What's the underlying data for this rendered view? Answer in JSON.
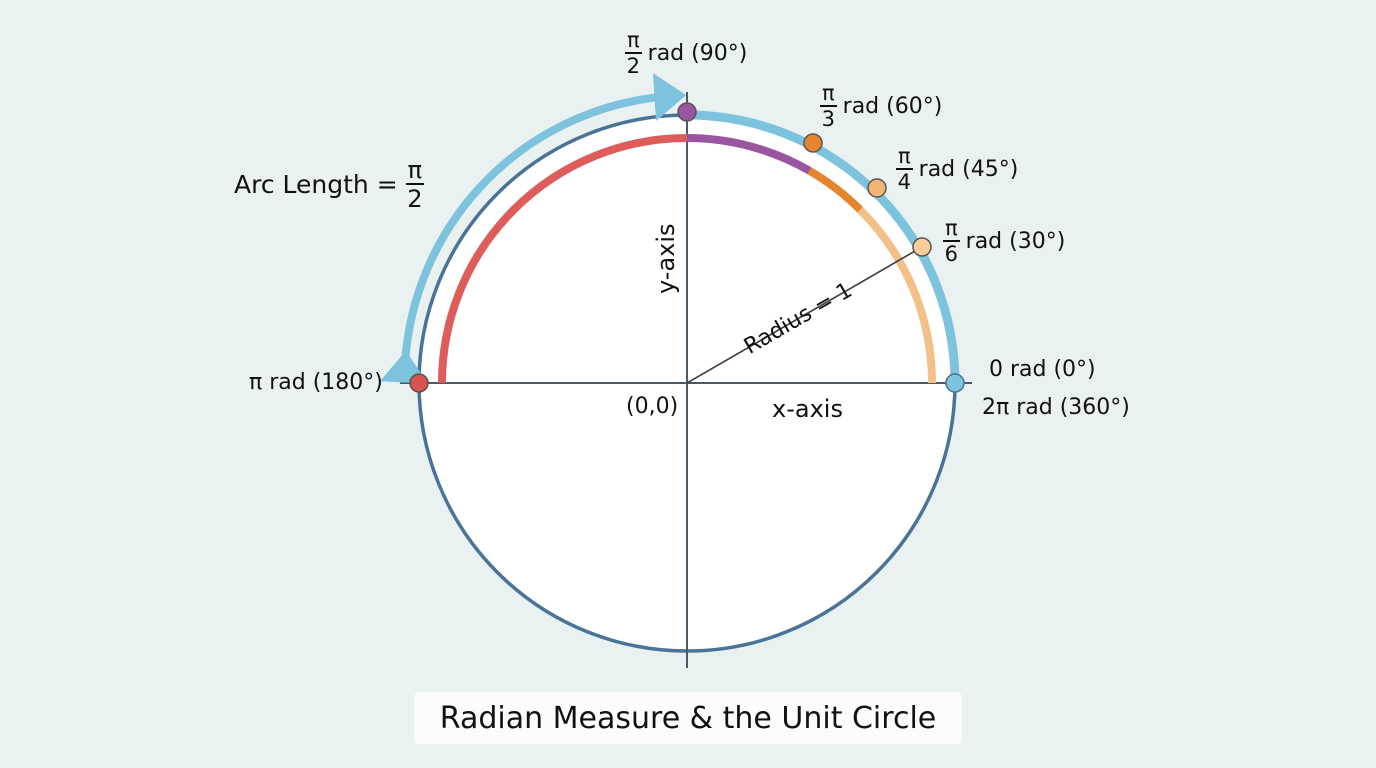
{
  "title": "Radian Measure & the Unit Circle",
  "colors": {
    "background": "#e9f1f1",
    "circle_fill": "#ffffff",
    "circle_stroke": "#4a7398",
    "axis": "#4d5a66",
    "outer_arc_blue": "#7ec3dd",
    "arrow_blue": "#7ec3dd",
    "arc_red": "#de5d5a",
    "arc_purple": "#9a55a0",
    "arc_orange": "#e5862f",
    "arc_light_orange": "#f4c08a",
    "point_purple": "#9a55a0",
    "point_orange": "#e5862f",
    "point_light_orange": "#f2b673",
    "point_pale_orange": "#f7ce9c",
    "point_red": "#d9534f",
    "point_blue": "#7ec3dd"
  },
  "axes": {
    "x_label": "x-axis",
    "y_label": "y-axis",
    "origin_label": "(0,0)"
  },
  "radius_label": "Radius = 1",
  "arc_length": {
    "prefix": "Arc Length =",
    "num": "π",
    "den": "2"
  },
  "angles": [
    {
      "id": "pi-over-2",
      "num": "π",
      "den": "2",
      "text": "rad (90°)",
      "degrees": 90
    },
    {
      "id": "pi-over-3",
      "num": "π",
      "den": "3",
      "text": "rad (60°)",
      "degrees": 60
    },
    {
      "id": "pi-over-4",
      "num": "π",
      "den": "4",
      "text": "rad (45°)",
      "degrees": 45
    },
    {
      "id": "pi-over-6",
      "num": "π",
      "den": "6",
      "text": "rad (30°)",
      "degrees": 30
    },
    {
      "id": "pi",
      "text": "π rad (180°)",
      "degrees": 180
    },
    {
      "id": "zero",
      "text": "0 rad (0°)",
      "degrees": 0
    },
    {
      "id": "two-pi",
      "text": "2π rad (360°)",
      "degrees": 360
    }
  ]
}
